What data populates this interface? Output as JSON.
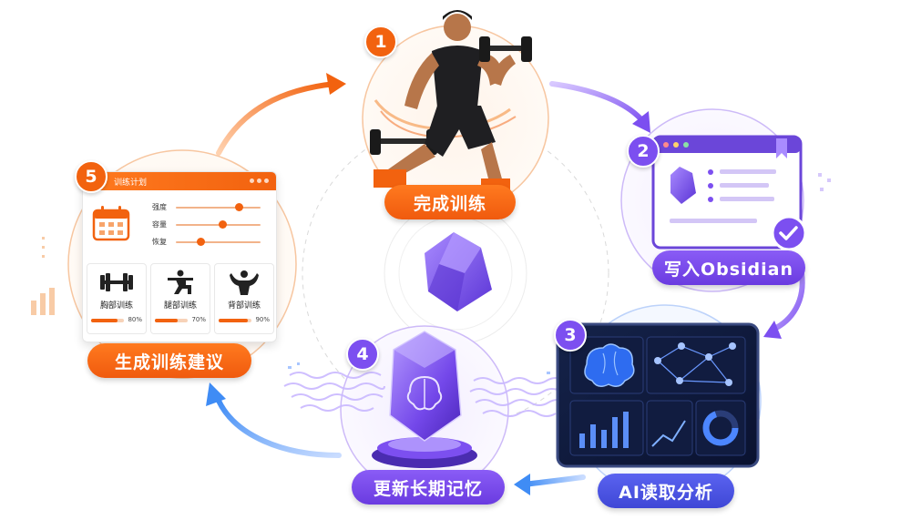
{
  "steps": [
    {
      "number": "1",
      "label": "完成训练"
    },
    {
      "number": "2",
      "label": "写入Obsidian"
    },
    {
      "number": "3",
      "label": "AI读取分析"
    },
    {
      "number": "4",
      "label": "更新长期记忆"
    },
    {
      "number": "5",
      "label": "生成训练建议"
    }
  ],
  "plan_card": {
    "title": "训练计划",
    "sliders": [
      {
        "label": "强度",
        "level": 0.75
      },
      {
        "label": "容量",
        "level": 0.55
      },
      {
        "label": "恢复",
        "level": 0.3
      }
    ],
    "workouts": [
      {
        "name": "胸部训练",
        "percent": "80%",
        "progress": 0.8,
        "icon": "dumbbell-icon"
      },
      {
        "name": "腿部训练",
        "percent": "70%",
        "progress": 0.7,
        "icon": "squat-icon"
      },
      {
        "name": "背部训练",
        "percent": "90%",
        "progress": 0.9,
        "icon": "back-muscle-icon"
      }
    ]
  },
  "colors": {
    "orange": "#f2620f",
    "purple": "#7c4ff0",
    "blue": "#3f8cf5",
    "dark_panel": "#0d1733"
  }
}
